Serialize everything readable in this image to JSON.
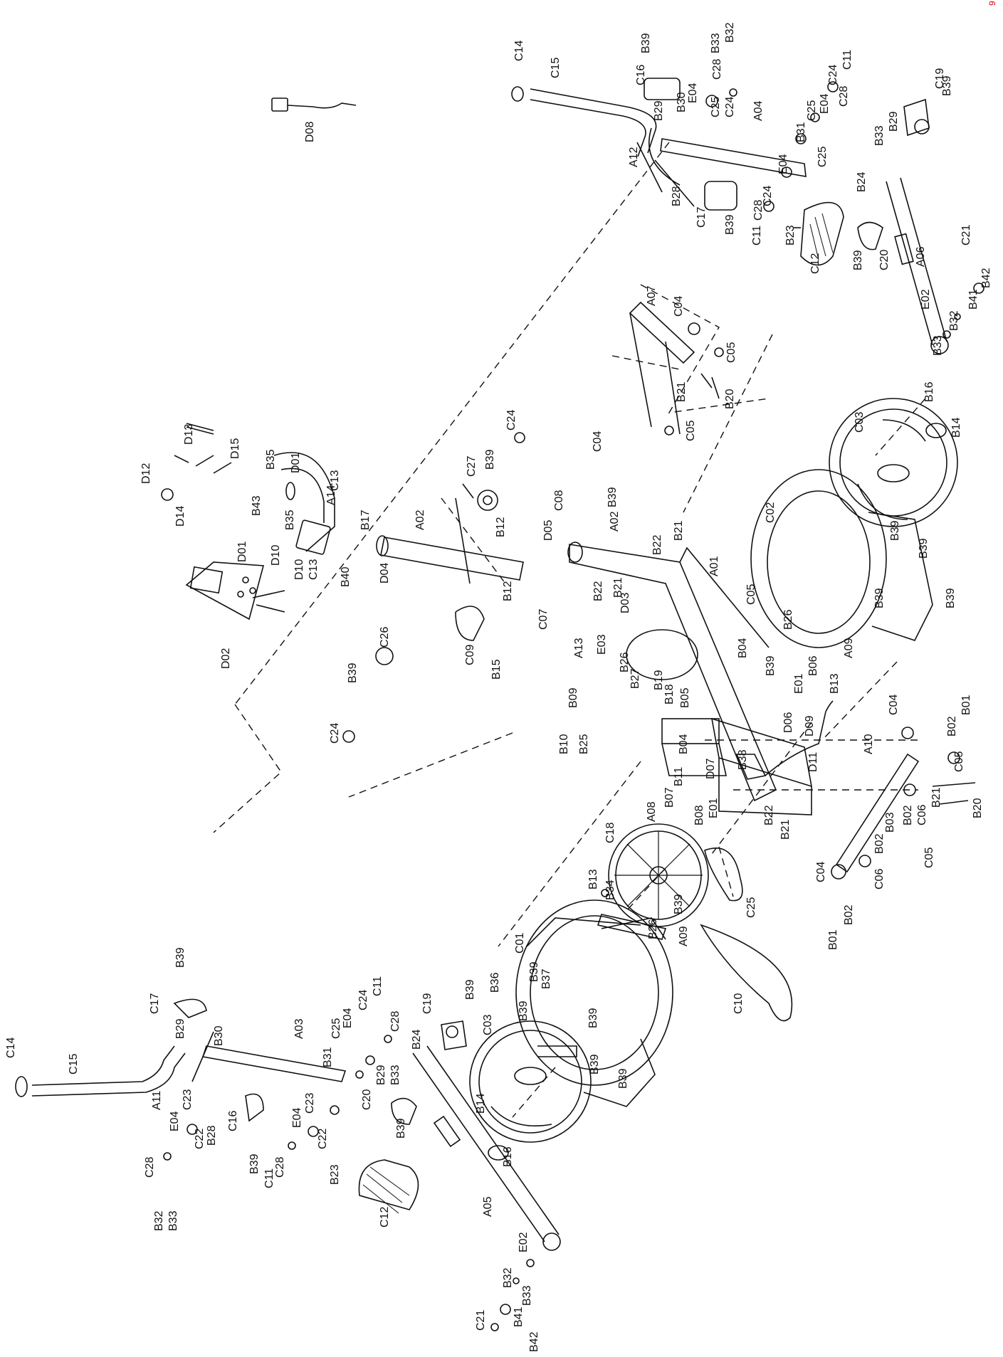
{
  "page_number": "9",
  "labels": [
    {
      "id": "c14-top",
      "text": "C14"
    },
    {
      "id": "c15-top",
      "text": "C15"
    },
    {
      "id": "b39-a",
      "text": "B39"
    },
    {
      "id": "b33-a",
      "text": "B33"
    },
    {
      "id": "b32-a",
      "text": "B32"
    },
    {
      "id": "c16-a",
      "text": "C16"
    },
    {
      "id": "b29-a",
      "text": "B29"
    },
    {
      "id": "b30-a",
      "text": "B30"
    },
    {
      "id": "e04-a",
      "text": "E04"
    },
    {
      "id": "c28-a",
      "text": "C28"
    },
    {
      "id": "c25-a",
      "text": "C25"
    },
    {
      "id": "c24-a",
      "text": "C24"
    },
    {
      "id": "a04",
      "text": "A04"
    },
    {
      "id": "a12",
      "text": "A12"
    },
    {
      "id": "c11-a",
      "text": "C11"
    },
    {
      "id": "c24-b",
      "text": "C24"
    },
    {
      "id": "c28-b",
      "text": "C28"
    },
    {
      "id": "e04-b",
      "text": "E04"
    },
    {
      "id": "c25-b",
      "text": "C25"
    },
    {
      "id": "b31-a",
      "text": "B31"
    },
    {
      "id": "c25-c",
      "text": "C25"
    },
    {
      "id": "e04-c",
      "text": "E04"
    },
    {
      "id": "b28-a",
      "text": "B28"
    },
    {
      "id": "c17-a",
      "text": "C17"
    },
    {
      "id": "b39-b",
      "text": "B39"
    },
    {
      "id": "c24-c",
      "text": "C24"
    },
    {
      "id": "c28-c",
      "text": "C28"
    },
    {
      "id": "c11-b",
      "text": "C11"
    },
    {
      "id": "b23-a",
      "text": "B23"
    },
    {
      "id": "c12-a",
      "text": "C12"
    },
    {
      "id": "c19-a",
      "text": "C19"
    },
    {
      "id": "b39-c",
      "text": "B39"
    },
    {
      "id": "b33-b",
      "text": "B33"
    },
    {
      "id": "b29-b",
      "text": "B29"
    },
    {
      "id": "b24-a",
      "text": "B24"
    },
    {
      "id": "c20-a",
      "text": "C20"
    },
    {
      "id": "b39-d",
      "text": "B39"
    },
    {
      "id": "a06",
      "text": "A06"
    },
    {
      "id": "c21-a",
      "text": "C21"
    },
    {
      "id": "e02-a",
      "text": "E02"
    },
    {
      "id": "b42-a",
      "text": "B42"
    },
    {
      "id": "b41-a",
      "text": "B41"
    },
    {
      "id": "b32-b",
      "text": "B32"
    },
    {
      "id": "b33-c",
      "text": "B33"
    },
    {
      "id": "d08",
      "text": "D08"
    },
    {
      "id": "d13",
      "text": "D13"
    },
    {
      "id": "d15",
      "text": "D15"
    },
    {
      "id": "d12",
      "text": "D12"
    },
    {
      "id": "b35-a",
      "text": "B35"
    },
    {
      "id": "d01-a",
      "text": "D01"
    },
    {
      "id": "c13-a",
      "text": "C13"
    },
    {
      "id": "a14",
      "text": "A14"
    },
    {
      "id": "b43",
      "text": "B43"
    },
    {
      "id": "b35-b",
      "text": "B35"
    },
    {
      "id": "d14",
      "text": "D14"
    },
    {
      "id": "b17",
      "text": "B17"
    },
    {
      "id": "d01-b",
      "text": "D01"
    },
    {
      "id": "d10-a",
      "text": "D10"
    },
    {
      "id": "d10-b",
      "text": "D10"
    },
    {
      "id": "c13-b",
      "text": "C13"
    },
    {
      "id": "b40",
      "text": "B40"
    },
    {
      "id": "d02",
      "text": "D02"
    },
    {
      "id": "c24-d",
      "text": "C24"
    },
    {
      "id": "c27",
      "text": "C27"
    },
    {
      "id": "b39-e",
      "text": "B39"
    },
    {
      "id": "a02-a",
      "text": "A02"
    },
    {
      "id": "b12-a",
      "text": "B12"
    },
    {
      "id": "b12-b",
      "text": "B12"
    },
    {
      "id": "d04",
      "text": "D04"
    },
    {
      "id": "c09",
      "text": "C09"
    },
    {
      "id": "b15",
      "text": "B15"
    },
    {
      "id": "c26",
      "text": "C26"
    },
    {
      "id": "b39-f",
      "text": "B39"
    },
    {
      "id": "c24-e",
      "text": "C24"
    },
    {
      "id": "a07",
      "text": "A07"
    },
    {
      "id": "c04-a",
      "text": "C04"
    },
    {
      "id": "c05-a",
      "text": "C05"
    },
    {
      "id": "b21-a",
      "text": "B21"
    },
    {
      "id": "b20-a",
      "text": "B20"
    },
    {
      "id": "c05-b",
      "text": "C05"
    },
    {
      "id": "c04-b",
      "text": "C04"
    },
    {
      "id": "c08",
      "text": "C08"
    },
    {
      "id": "b39-g",
      "text": "B39"
    },
    {
      "id": "d05",
      "text": "D05"
    },
    {
      "id": "a02-b",
      "text": "A02"
    },
    {
      "id": "b22-a",
      "text": "B22"
    },
    {
      "id": "b21-b",
      "text": "B21"
    },
    {
      "id": "b22-b",
      "text": "B22"
    },
    {
      "id": "b21-c",
      "text": "B21"
    },
    {
      "id": "a01",
      "text": "A01"
    },
    {
      "id": "d03",
      "text": "D03"
    },
    {
      "id": "c07",
      "text": "C07"
    },
    {
      "id": "c05-c",
      "text": "C05"
    },
    {
      "id": "a13",
      "text": "A13"
    },
    {
      "id": "e03",
      "text": "E03"
    },
    {
      "id": "b26-a",
      "text": "B26"
    },
    {
      "id": "b27",
      "text": "B27"
    },
    {
      "id": "b09",
      "text": "B09"
    },
    {
      "id": "b19",
      "text": "B19"
    },
    {
      "id": "b18",
      "text": "B18"
    },
    {
      "id": "b05",
      "text": "B05"
    },
    {
      "id": "b04-a",
      "text": "B04"
    },
    {
      "id": "b10",
      "text": "B10"
    },
    {
      "id": "b25",
      "text": "B25"
    },
    {
      "id": "b16-a",
      "text": "B16"
    },
    {
      "id": "b14-a",
      "text": "B14"
    },
    {
      "id": "c03-a",
      "text": "C03"
    },
    {
      "id": "c02",
      "text": "C02"
    },
    {
      "id": "b39-h",
      "text": "B39"
    },
    {
      "id": "b39-i",
      "text": "B39"
    },
    {
      "id": "b39-j",
      "text": "B39"
    },
    {
      "id": "b39-k",
      "text": "B39"
    },
    {
      "id": "b26-b",
      "text": "B26"
    },
    {
      "id": "a09-a",
      "text": "A09"
    },
    {
      "id": "b39-l",
      "text": "B39"
    },
    {
      "id": "b06",
      "text": "B06"
    },
    {
      "id": "e01-a",
      "text": "E01"
    },
    {
      "id": "b13-a",
      "text": "B13"
    },
    {
      "id": "d06",
      "text": "D06"
    },
    {
      "id": "d09",
      "text": "D09"
    },
    {
      "id": "b04-b",
      "text": "B04"
    },
    {
      "id": "b11",
      "text": "B11"
    },
    {
      "id": "d07",
      "text": "D07"
    },
    {
      "id": "b38",
      "text": "B38"
    },
    {
      "id": "d11",
      "text": "D11"
    },
    {
      "id": "b07",
      "text": "B07"
    },
    {
      "id": "b08",
      "text": "B08"
    },
    {
      "id": "e01-b",
      "text": "E01"
    },
    {
      "id": "a08",
      "text": "A08"
    },
    {
      "id": "c18",
      "text": "C18"
    },
    {
      "id": "b22-c",
      "text": "B22"
    },
    {
      "id": "b21-d",
      "text": "B21"
    },
    {
      "id": "a10",
      "text": "A10"
    },
    {
      "id": "c04-c",
      "text": "C04"
    },
    {
      "id": "b01-a",
      "text": "B01"
    },
    {
      "id": "b02-a",
      "text": "B02"
    },
    {
      "id": "c05-d",
      "text": "C05"
    },
    {
      "id": "b21-e",
      "text": "B21"
    },
    {
      "id": "b20-b",
      "text": "B20"
    },
    {
      "id": "c06-a",
      "text": "C06"
    },
    {
      "id": "b02-b",
      "text": "B02"
    },
    {
      "id": "b03",
      "text": "B03"
    },
    {
      "id": "b02-c",
      "text": "B02"
    },
    {
      "id": "c05-e",
      "text": "C05"
    },
    {
      "id": "c06-b",
      "text": "C06"
    },
    {
      "id": "c04-d",
      "text": "C04"
    },
    {
      "id": "b02-d",
      "text": "B02"
    },
    {
      "id": "b01-b",
      "text": "B01"
    },
    {
      "id": "b13-b",
      "text": "B13"
    },
    {
      "id": "b34",
      "text": "B34"
    },
    {
      "id": "b39-m",
      "text": "B39"
    },
    {
      "id": "b26-c",
      "text": "B26"
    },
    {
      "id": "a09-b",
      "text": "A09"
    },
    {
      "id": "c25-d",
      "text": "C25"
    },
    {
      "id": "c10",
      "text": "C10"
    },
    {
      "id": "c01",
      "text": "C01"
    },
    {
      "id": "b39-n",
      "text": "B39"
    },
    {
      "id": "b37",
      "text": "B37"
    },
    {
      "id": "b36",
      "text": "B36"
    },
    {
      "id": "b39-o",
      "text": "B39"
    },
    {
      "id": "b39-p",
      "text": "B39"
    },
    {
      "id": "b39-q",
      "text": "B39"
    },
    {
      "id": "b39-r",
      "text": "B39"
    },
    {
      "id": "c19-b",
      "text": "C19"
    },
    {
      "id": "b39-s",
      "text": "B39"
    },
    {
      "id": "c03-b",
      "text": "C03"
    },
    {
      "id": "b24-b",
      "text": "B24"
    },
    {
      "id": "b33-d",
      "text": "B33"
    },
    {
      "id": "b29-c",
      "text": "B29"
    },
    {
      "id": "c20-b",
      "text": "C20"
    },
    {
      "id": "b39-t",
      "text": "B39"
    },
    {
      "id": "b14-b",
      "text": "B14"
    },
    {
      "id": "b16-b",
      "text": "B16"
    },
    {
      "id": "a05",
      "text": "A05"
    },
    {
      "id": "c12-b",
      "text": "C12"
    },
    {
      "id": "b23-b",
      "text": "B23"
    },
    {
      "id": "e02-b",
      "text": "E02"
    },
    {
      "id": "b32-c",
      "text": "B32"
    },
    {
      "id": "b33-e",
      "text": "B33"
    },
    {
      "id": "b41-b",
      "text": "B41"
    },
    {
      "id": "b42-b",
      "text": "B42"
    },
    {
      "id": "c21-b",
      "text": "C21"
    },
    {
      "id": "c17-b",
      "text": "C17"
    },
    {
      "id": "b39-u",
      "text": "B39"
    },
    {
      "id": "b29-d",
      "text": "B29"
    },
    {
      "id": "b30-b",
      "text": "B30"
    },
    {
      "id": "a03",
      "text": "A03"
    },
    {
      "id": "c11-c",
      "text": "C11"
    },
    {
      "id": "c24-f",
      "text": "C24"
    },
    {
      "id": "c28-d",
      "text": "C28"
    },
    {
      "id": "e04-d",
      "text": "E04"
    },
    {
      "id": "c25-e",
      "text": "C25"
    },
    {
      "id": "b31-b",
      "text": "B31"
    },
    {
      "id": "c14-b",
      "text": "C14"
    },
    {
      "id": "c15-b",
      "text": "C15"
    },
    {
      "id": "a11",
      "text": "A11"
    },
    {
      "id": "c23-a",
      "text": "C23"
    },
    {
      "id": "e04-e",
      "text": "E04"
    },
    {
      "id": "c22-a",
      "text": "C22"
    },
    {
      "id": "c28-e",
      "text": "C28"
    },
    {
      "id": "b28-b",
      "text": "B28"
    },
    {
      "id": "c16-b",
      "text": "C16"
    },
    {
      "id": "e04-f",
      "text": "E04"
    },
    {
      "id": "c23-b",
      "text": "C23"
    },
    {
      "id": "c22-b",
      "text": "C22"
    },
    {
      "id": "b39-v",
      "text": "B39"
    },
    {
      "id": "c28-f",
      "text": "C28"
    },
    {
      "id": "c11-d",
      "text": "C11"
    },
    {
      "id": "b32-d",
      "text": "B32"
    },
    {
      "id": "b33-f",
      "text": "B33"
    }
  ]
}
